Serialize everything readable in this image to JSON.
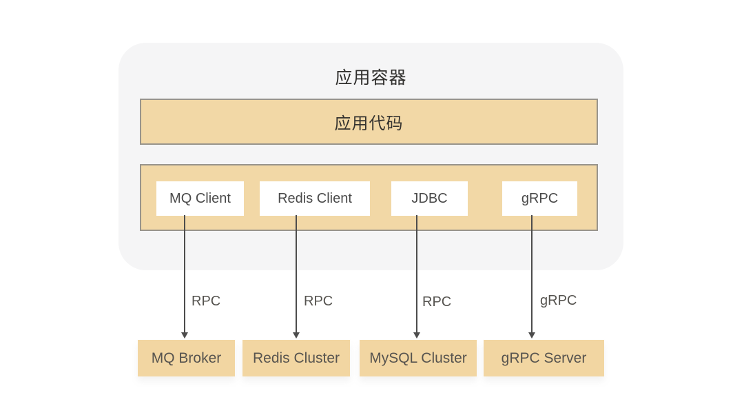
{
  "container": {
    "title": "应用容器"
  },
  "app_code": {
    "label": "应用代码"
  },
  "clients": [
    {
      "label": "MQ Client",
      "protocol": "RPC",
      "server": "MQ Broker"
    },
    {
      "label": "Redis Client",
      "protocol": "RPC",
      "server": "Redis Cluster"
    },
    {
      "label": "JDBC",
      "protocol": "RPC",
      "server": "MySQL Cluster"
    },
    {
      "label": "gRPC",
      "protocol": "gRPC",
      "server": "gRPC Server"
    }
  ],
  "colors": {
    "container_fill": "#f5f5f6",
    "tan_fill": "#f2d8a6",
    "tan_border": "#98948c",
    "server_fill": "#f2d6a2",
    "arrow": "#4c4c4c",
    "title_text": "#2f2e2c",
    "label_text": "#4a4a4a"
  }
}
